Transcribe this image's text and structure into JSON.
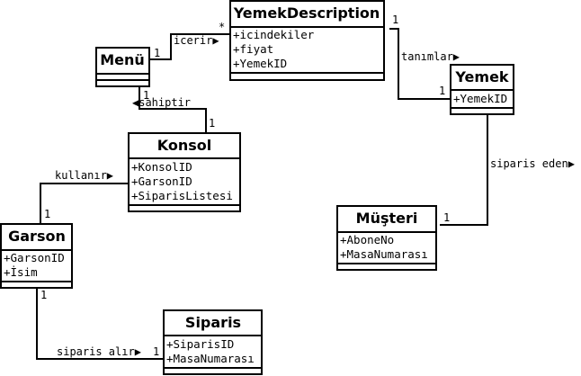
{
  "classes": {
    "yemek_description": {
      "name": "YemekDescription",
      "attributes": [
        "+icindekiler",
        "+fiyat",
        "+YemekID"
      ]
    },
    "menu": {
      "name": "Menü",
      "attributes": []
    },
    "yemek": {
      "name": "Yemek",
      "attributes": [
        "+YemekID"
      ]
    },
    "konsol": {
      "name": "Konsol",
      "attributes": [
        "+KonsolID",
        "+GarsonID",
        "+SiparisListesi"
      ]
    },
    "musteri": {
      "name": "Müşteri",
      "attributes": [
        "+AboneNo",
        "+MasaNumarası"
      ]
    },
    "garson": {
      "name": "Garson",
      "attributes": [
        "+GarsonID",
        "+İsim"
      ]
    },
    "siparis": {
      "name": "Siparis",
      "attributes": [
        "+SiparisID",
        "+MasaNumarası"
      ]
    }
  },
  "associations": {
    "icerir": {
      "label": "icerir",
      "source_mult": "1",
      "target_mult": "*"
    },
    "tanimlar": {
      "label": "tanımlar",
      "source_mult": "1",
      "target_mult": "1"
    },
    "sahiptir": {
      "label": "sahiptir",
      "source_mult": "1",
      "target_mult": "1"
    },
    "siparis_eden": {
      "label": "siparis eden",
      "source_mult": "*",
      "target_mult": "1"
    },
    "kullanir": {
      "label": "kullanır",
      "source_mult": "1",
      "target_mult": "1"
    },
    "siparis_alir": {
      "label": "siparis alır",
      "source_mult": "1",
      "target_mult": "1"
    }
  },
  "arrow_right": "▶",
  "arrow_left": "◀"
}
